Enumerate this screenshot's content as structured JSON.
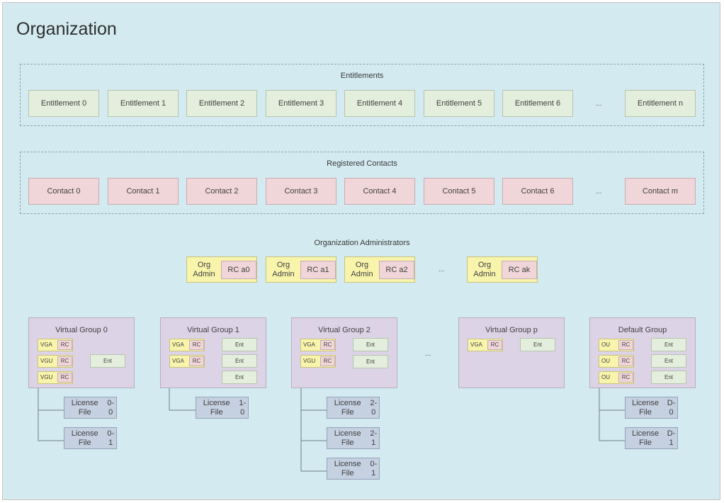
{
  "title": "Organization",
  "entitlements": {
    "label": "Entitlements",
    "items": [
      "Entitlement 0",
      "Entitlement 1",
      "Entitlement 2",
      "Entitlement 3",
      "Entitlement 4",
      "Entitlement 5",
      "Entitlement 6"
    ],
    "ellipsis": "...",
    "last": "Entitlement n"
  },
  "contacts": {
    "label": "Registered Contacts",
    "items": [
      "Contact 0",
      "Contact 1",
      "Contact 2",
      "Contact 3",
      "Contact 4",
      "Contact 5",
      "Contact 6"
    ],
    "ellipsis": "...",
    "last": "Contact m"
  },
  "admins": {
    "label": "Organization Administrators",
    "org_label_line1": "Org",
    "org_label_line2": "Admin",
    "items": [
      "RC a0",
      "RC a1",
      "RC a2"
    ],
    "ellipsis": "...",
    "last": "RC ak"
  },
  "groups": [
    {
      "title": "Virtual Group 0",
      "members": [
        "VGA",
        "VGU",
        "VGU"
      ],
      "ents": [
        "Ent"
      ]
    },
    {
      "title": "Virtual Group 1",
      "members": [
        "VGA",
        "VGA"
      ],
      "ents": [
        "Ent",
        "Ent",
        "Ent"
      ]
    },
    {
      "title": "Virtual Group 2",
      "members": [
        "VGA",
        "VGU"
      ],
      "ents": [
        "Ent",
        "Ent"
      ]
    },
    {
      "title": "Virtual Group p",
      "members": [
        "VGA"
      ],
      "ents": [
        "Ent"
      ]
    },
    {
      "title": "Default Group",
      "members": [
        "OU",
        "OU",
        "OU"
      ],
      "ents": [
        "Ent",
        "Ent",
        "Ent"
      ]
    }
  ],
  "rc_label": "RC",
  "groups_ellipsis": "...",
  "license_files": [
    {
      "group": 0,
      "lines": [
        "License File",
        "0-0"
      ]
    },
    {
      "group": 0,
      "lines": [
        "License File",
        "0-1"
      ]
    },
    {
      "group": 1,
      "lines": [
        "License File",
        "1-0"
      ]
    },
    {
      "group": 2,
      "lines": [
        "License File",
        "2-0"
      ]
    },
    {
      "group": 2,
      "lines": [
        "License File",
        "2-1"
      ]
    },
    {
      "group": 2,
      "lines": [
        "License File",
        "0-1"
      ]
    },
    {
      "group": 4,
      "lines": [
        "License File",
        "D-0"
      ]
    },
    {
      "group": 4,
      "lines": [
        "License File",
        "D-1"
      ]
    }
  ]
}
